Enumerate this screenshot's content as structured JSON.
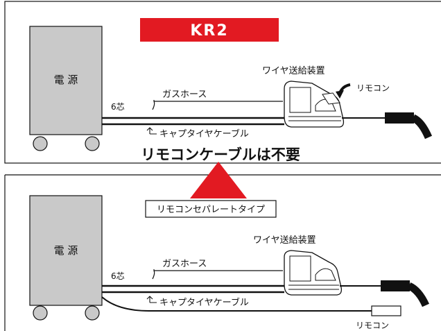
{
  "title_badge": "KR2",
  "headline": "リモコンケーブルは不要",
  "separate_label": "リモコンセパレートタイプ",
  "colors": {
    "badge": "#e21a22",
    "arrow": "#e21a22",
    "cabinet": "#c9c9c9",
    "line": "#111111"
  },
  "top_panel": {
    "power_label": "電 源",
    "core_label": "6芯",
    "gas_hose_label": "ガスホース",
    "cable_label": "キャプタイヤケーブル",
    "feeder_label": "ワイヤ送給装置",
    "remote_label": "リモコン"
  },
  "bottom_panel": {
    "power_label": "電 源",
    "core_label": "6芯",
    "gas_hose_label": "ガスホース",
    "cable_label": "キャプタイヤケーブル",
    "feeder_label": "ワイヤ送給装置",
    "remote_label": "リモコン"
  }
}
